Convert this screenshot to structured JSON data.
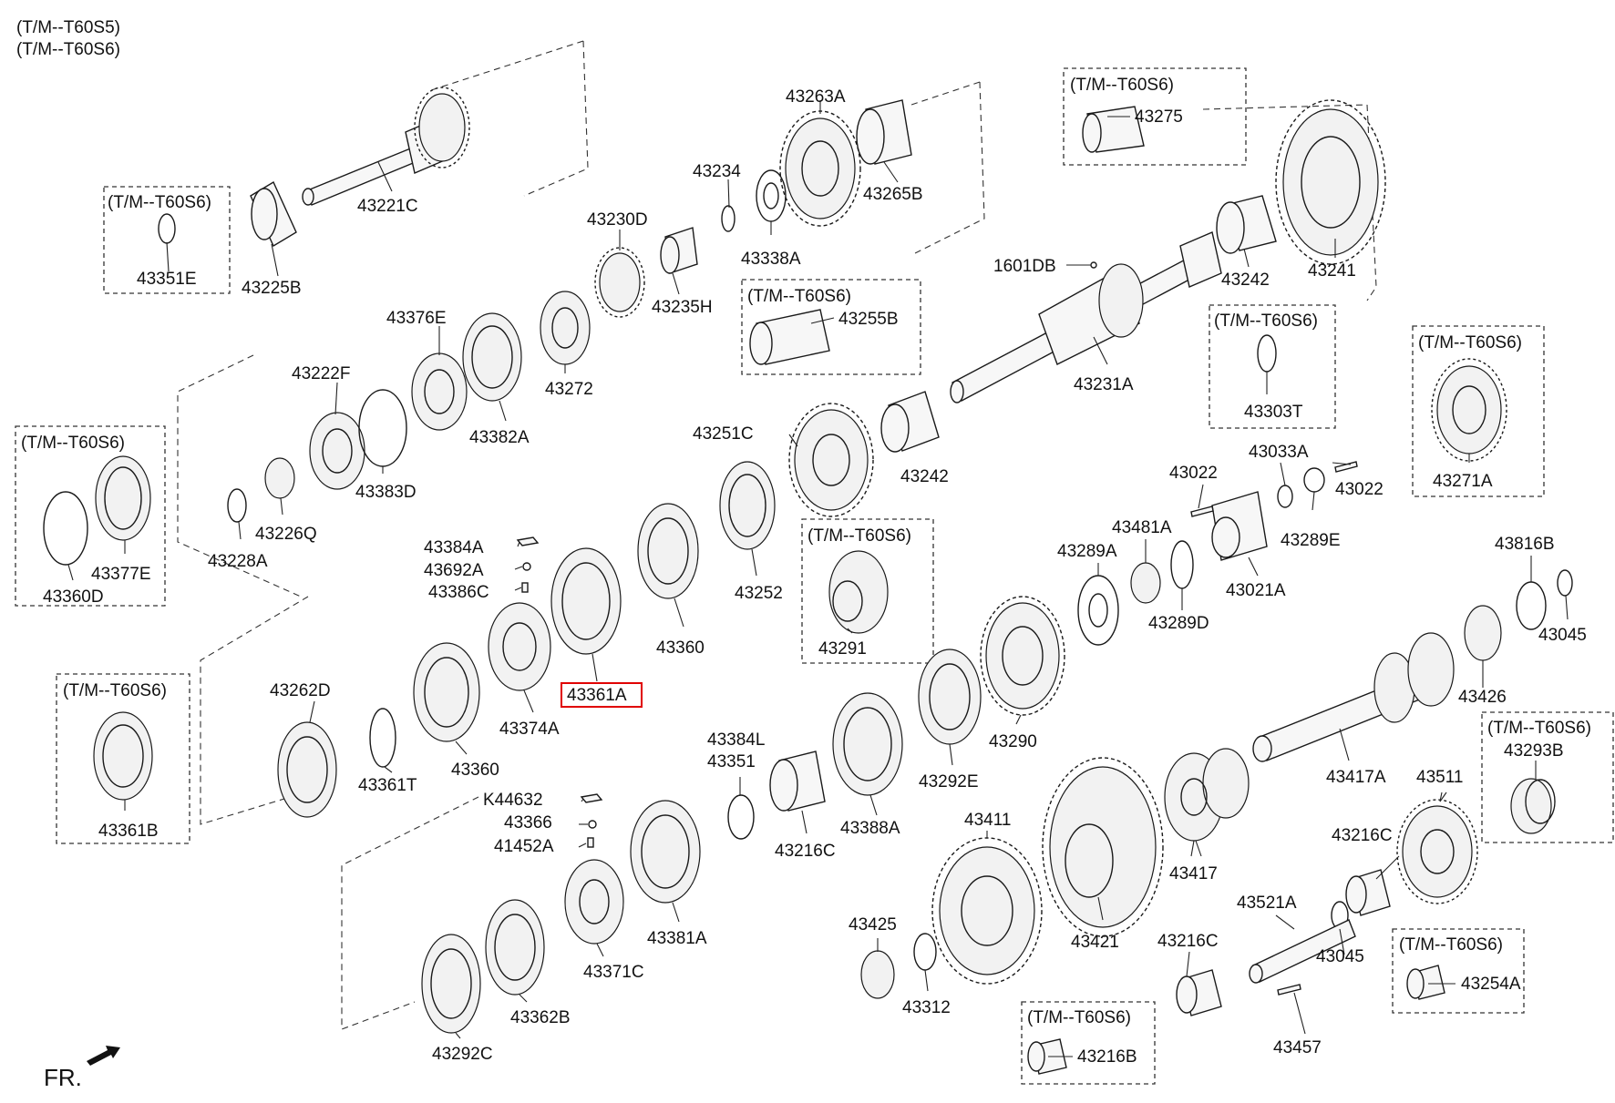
{
  "diagram": {
    "header_lines": [
      "(T/M--T60S5)",
      "(T/M--T60S6)"
    ],
    "direction_label": "FR.",
    "variant_label": "(T/M--T60S6)",
    "highlighted_part": "43361A",
    "part_labels": [
      "43221C",
      "43225B",
      "43351E",
      "43234",
      "43263A",
      "43265B",
      "43338A",
      "43230D",
      "43235H",
      "43255B",
      "43275",
      "43241",
      "43242",
      "1601DB",
      "43231A",
      "43303T",
      "43271A",
      "43376E",
      "43222F",
      "43272",
      "43382A",
      "43383D",
      "43226Q",
      "43228A",
      "43377E",
      "43360D",
      "43251C",
      "43384A",
      "43692A",
      "43386C",
      "43252",
      "43360",
      "43361A",
      "43374A",
      "43291",
      "43022",
      "43033A",
      "43289E",
      "43481A",
      "43289A",
      "43289D",
      "43021A",
      "43816B",
      "43045",
      "43426",
      "43262D",
      "43361T",
      "43361B",
      "43290",
      "43292E",
      "43384L",
      "43351",
      "43216C",
      "43388A",
      "43417A",
      "43293B",
      "K44632",
      "43366",
      "41452A",
      "43381A",
      "43371C",
      "43362B",
      "43292C",
      "43411",
      "43421",
      "43417",
      "43511",
      "43425",
      "43312",
      "43521A",
      "43457",
      "43254A",
      "43216B"
    ],
    "colors": {
      "highlight": "#e00000",
      "line": "#1a1a1a"
    }
  }
}
